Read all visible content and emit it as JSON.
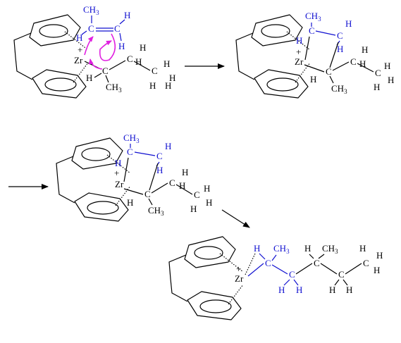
{
  "colors": {
    "bond": "#000000",
    "reacting": "#1010d0",
    "electron_arrows": "#e020e0"
  },
  "atoms": {
    "zr": "Zr",
    "charge": "+",
    "ch3": "CH",
    "ch3_sub": "3",
    "c": "C",
    "h": "H"
  },
  "steps": [
    {
      "name": "reactant-complex",
      "description": "Zr-alkyl with coordinated propene (insertion arrows)"
    },
    {
      "name": "four-center-tz",
      "description": "four-centered transition state"
    },
    {
      "name": "four-center-complex",
      "description": "four-centered intermediate"
    },
    {
      "name": "inserted-product",
      "description": "chain-extended Zr-alkyl"
    }
  ]
}
